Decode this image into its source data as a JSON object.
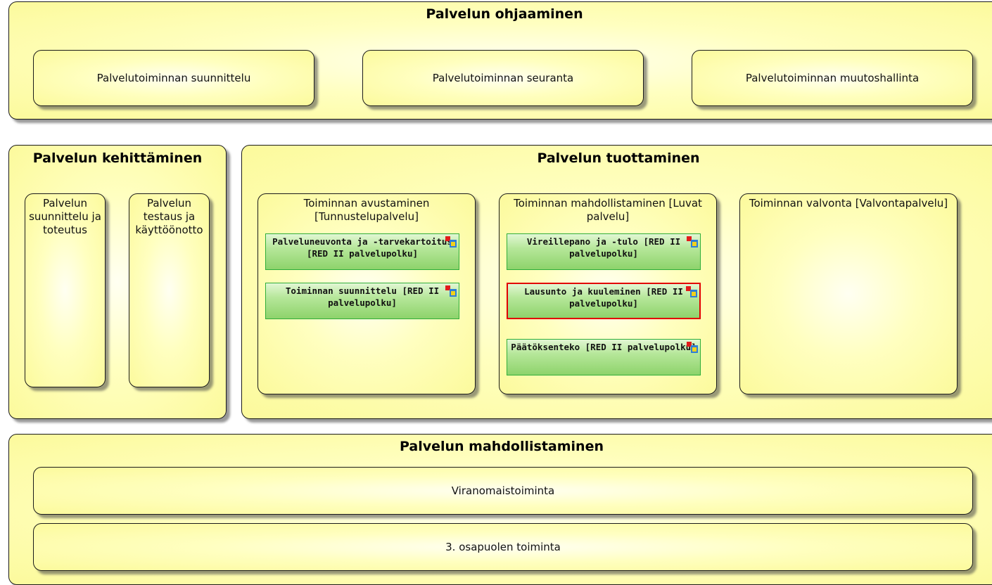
{
  "groups": {
    "ohjaaminen": {
      "title": "Palvelun ohjaaminen",
      "items": [
        "Palvelutoiminnan suunnittelu",
        "Palvelutoiminnan seuranta",
        "Palvelutoiminnan muutoshallinta"
      ]
    },
    "kehittaminen": {
      "title": "Palvelun kehittäminen",
      "items": [
        "Palvelun suunnittelu ja toteutus",
        "Palvelun testaus ja käyttöönotto"
      ]
    },
    "tuottaminen": {
      "title": "Palvelun tuottaminen",
      "avustaminen": {
        "title": "Toiminnan avustaminen [Tunnustelupalvelu]",
        "processes": [
          "Palveluneuvonta ja -tarvekartoitus [RED II palvelupolku]",
          "Toiminnan suunnittelu [RED II palvelupolku]"
        ]
      },
      "mahdollistaminen": {
        "title": "Toiminnan mahdollistaminen [Luvat palvelu]",
        "processes": [
          "Vireillepano ja -tulo [RED II palvelupolku]",
          "Lausunto ja kuuleminen [RED II palvelupolku]",
          "Päätöksenteko [RED II palvelupolku]"
        ]
      },
      "valvonta": {
        "title": "Toiminnan valvonta [Valvontapalvelu]"
      }
    },
    "mahdollistaminen": {
      "title": "Palvelun mahdollistaminen",
      "items": [
        "Viranomaistoiminta",
        "3. osapuolen toiminta"
      ]
    }
  },
  "colors": {
    "box_fill": "#ffffc0",
    "process_fill": "#8ed36b",
    "selected_border": "#e10000"
  },
  "icons": [
    "process-icon"
  ]
}
